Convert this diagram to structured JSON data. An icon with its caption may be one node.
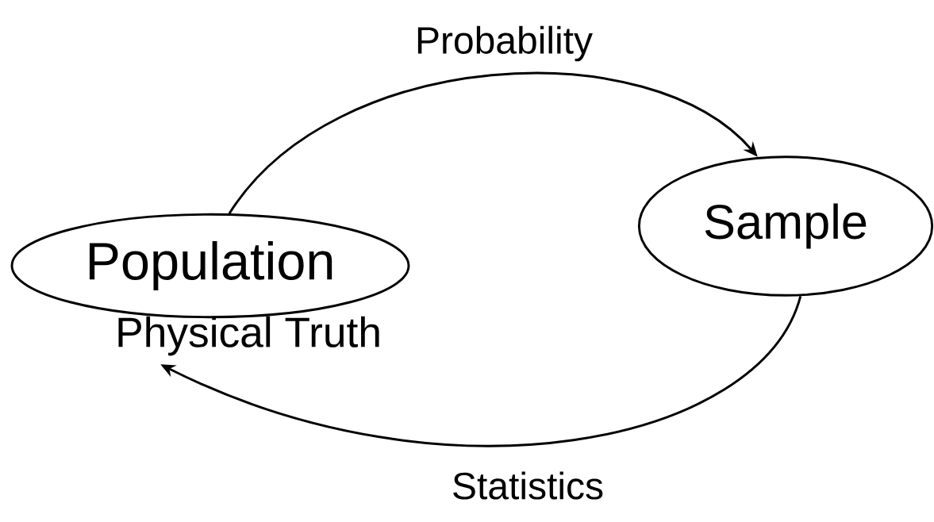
{
  "diagram": {
    "nodes": [
      {
        "text": [
          "Population"
        ],
        "beside": [
          "Physical Truth"
        ]
      },
      {
        "text": [
          "Sample"
        ]
      }
    ],
    "edges": [
      {
        "from": 0,
        "to": 1,
        "arrow": "to",
        "label": "Probability"
      },
      {
        "from": 1,
        "to": 0,
        "arrow": "to",
        "label": "Statistics"
      }
    ]
  }
}
